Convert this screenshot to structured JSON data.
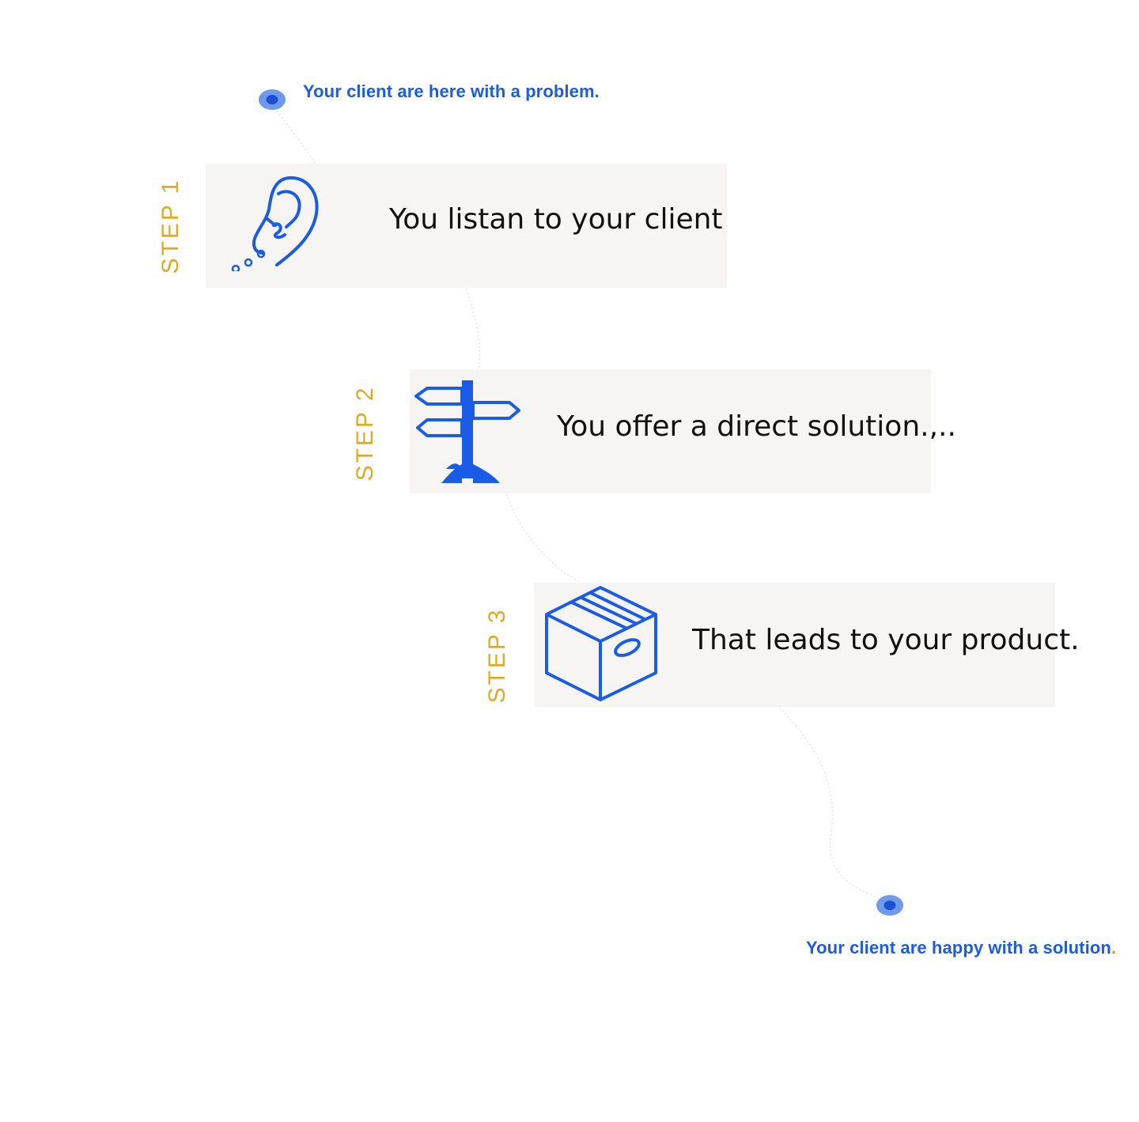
{
  "start": {
    "text": "Your client are here with a problem."
  },
  "steps": [
    {
      "label": "STEP 1",
      "text": "You listan to your client",
      "icon": "ear-icon"
    },
    {
      "label": "STEP 2",
      "text": "You offer a direct solution.,..",
      "icon": "signpost-icon"
    },
    {
      "label": "STEP 3",
      "text": "That leads to your product.",
      "icon": "box-icon"
    }
  ],
  "end": {
    "text": "Your client are happy with a solution",
    "period": "."
  },
  "colors": {
    "blue": "#1a5ce6",
    "dot_outer": "#6f9ae8",
    "gold": "#e0a920",
    "card_bg": "#f6f5f3"
  }
}
